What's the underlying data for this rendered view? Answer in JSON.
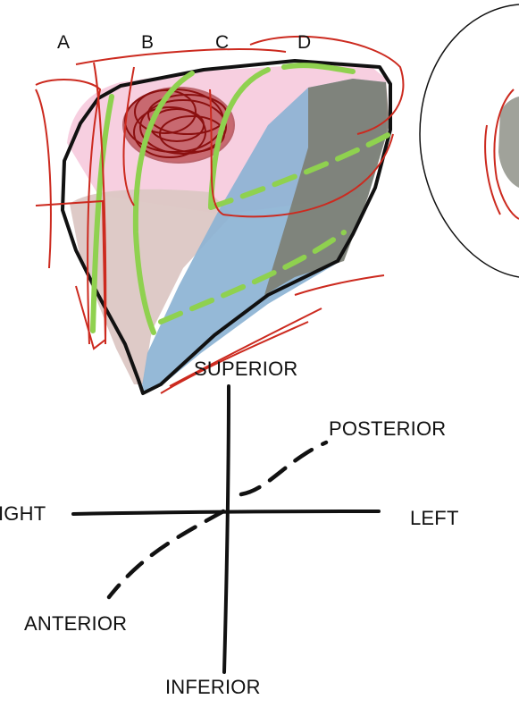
{
  "segment_labels": [
    "A",
    "B",
    "C",
    "D"
  ],
  "orientation": {
    "superior": "SUPERIOR",
    "inferior": "INFERIOR",
    "right": "IGHT",
    "left": "LEFT",
    "anterior": "ANTERIOR",
    "posterior": "POSTERIOR"
  },
  "colors": {
    "outline": "#111111",
    "pink_fill": "#f7cfe0",
    "beige_fill": "#dcc7c4",
    "blue_fill": "#8cb3d4",
    "gray_fill": "#7d7f74",
    "green_lines": "#8fd14f",
    "red_annotations": "#cc2a1f",
    "tumor": "#8b1010"
  }
}
